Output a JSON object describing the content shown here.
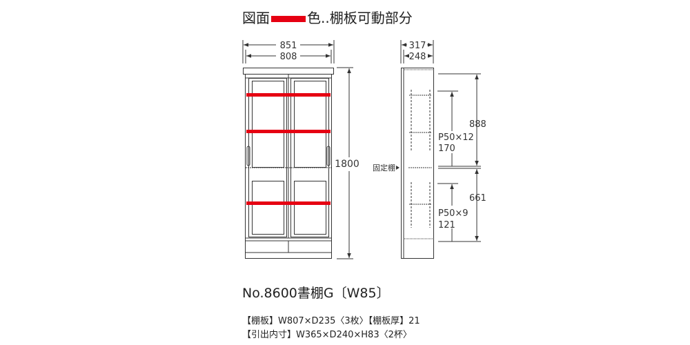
{
  "header": {
    "prefix": "図面",
    "suffix": "色..棚板可動部分",
    "legend_color": "#e60012"
  },
  "front": {
    "width_outer": "851",
    "width_inner": "808",
    "height": "1800"
  },
  "side": {
    "depth_outer": "317",
    "depth_inner": "248",
    "fixed_shelf": "固定棚",
    "upper_height": "888",
    "upper_pitch": "P50×12",
    "upper_gap": "170",
    "lower_height": "661",
    "lower_pitch": "P50×9",
    "lower_gap": "121"
  },
  "product": {
    "name": "No.8600書棚G〔W85〕",
    "spec1": "【棚板】W807×D235〈3枚〉【棚板厚】21",
    "spec2": "【引出内寸】W365×D240×H83〈2杯〉"
  }
}
